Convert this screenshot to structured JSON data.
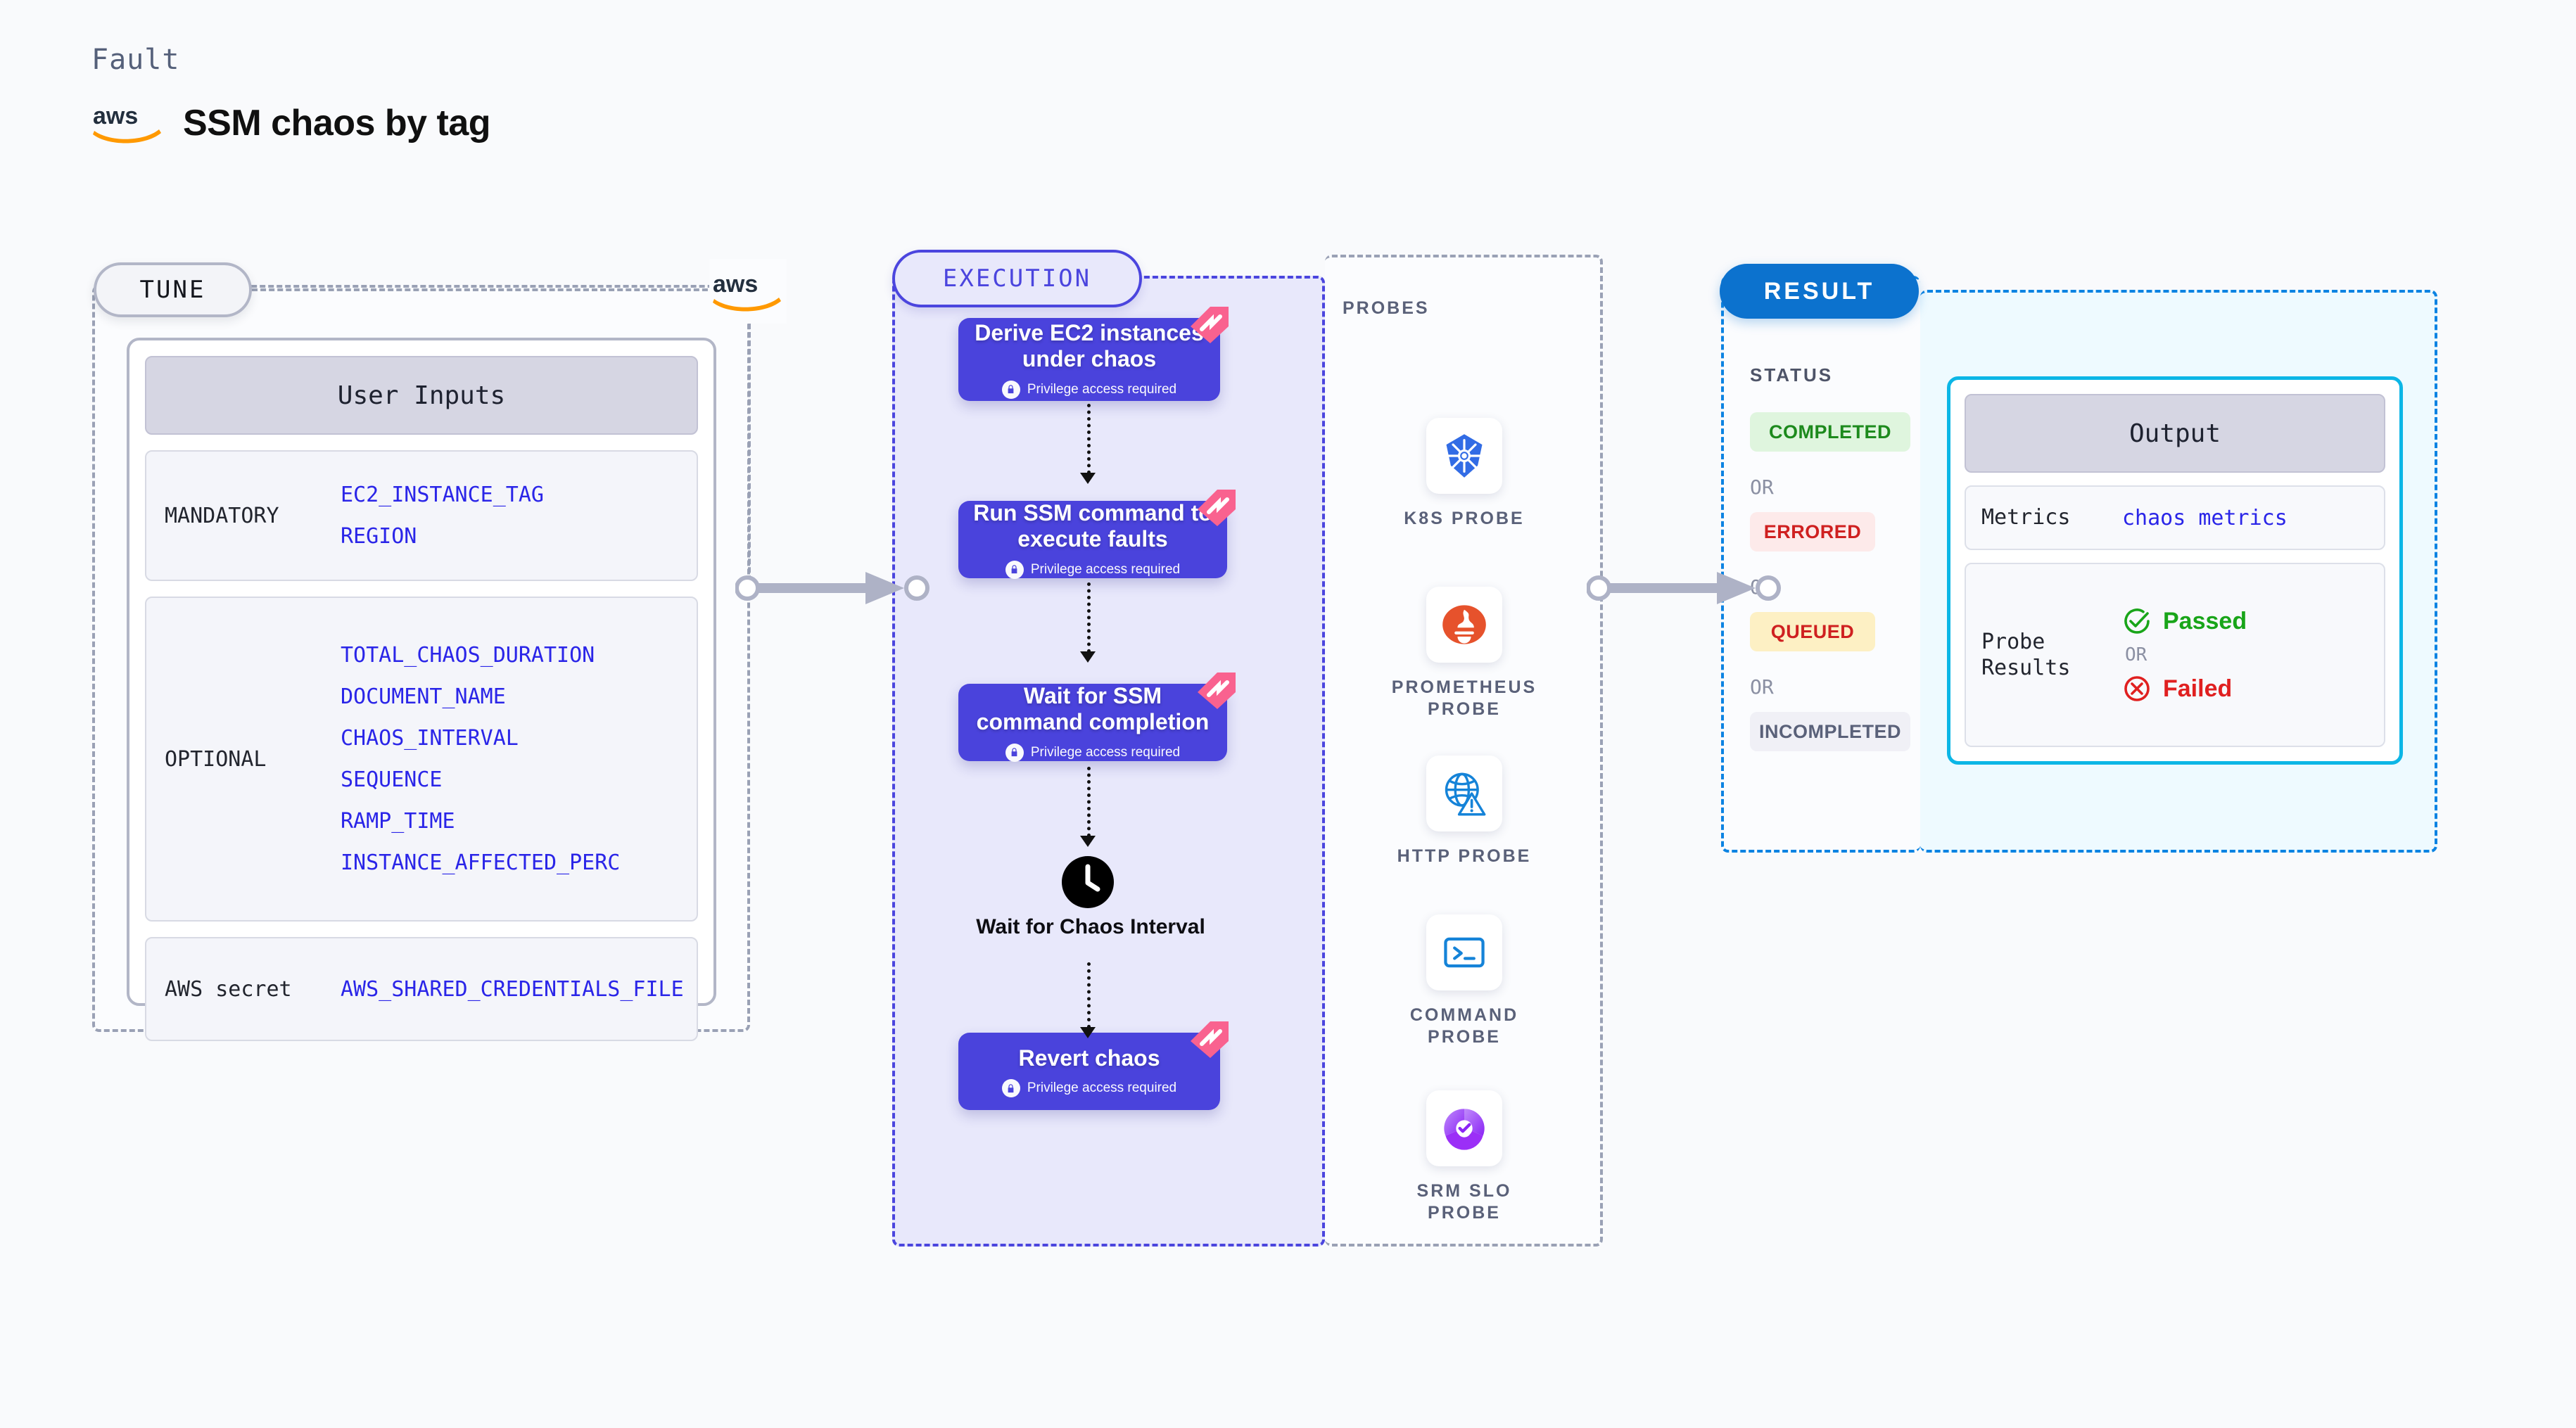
{
  "header": {
    "eyebrow": "Fault",
    "title": "SSM chaos by tag",
    "logo_icon": "aws-logo"
  },
  "tune": {
    "pill_label": "TUNE",
    "aws_icon": "aws-logo",
    "card_header": "User Inputs",
    "groups": [
      {
        "label": "MANDATORY",
        "params": [
          "EC2_INSTANCE_TAG",
          "REGION"
        ]
      },
      {
        "label": "OPTIONAL",
        "params": [
          "TOTAL_CHAOS_DURATION",
          "DOCUMENT_NAME",
          "CHAOS_INTERVAL",
          "SEQUENCE",
          "RAMP_TIME",
          "INSTANCE_AFFECTED_PERC"
        ]
      },
      {
        "label": "AWS secret",
        "params": [
          "AWS_SHARED_CREDENTIALS_FILE"
        ]
      }
    ]
  },
  "execution": {
    "pill_label": "EXECUTION",
    "privilege_note": "Privilege access required",
    "lock_icon": "lock-icon",
    "flag_icon": "chaos-fault-flag-icon",
    "nodes": [
      {
        "title": "Derive EC2 instances under chaos",
        "privileged": true
      },
      {
        "title": "Run SSM command to execute faults",
        "privileged": true
      },
      {
        "title": "Wait for SSM command completion",
        "privileged": true
      },
      {
        "title": "Revert chaos",
        "privileged": true
      }
    ],
    "wait_node": {
      "icon": "clock-icon",
      "label": "Wait for Chaos Interval"
    }
  },
  "probes": {
    "title": "PROBES",
    "items": [
      {
        "label": "K8S PROBE",
        "icon": "kubernetes-icon"
      },
      {
        "label": "PROMETHEUS PROBE",
        "icon": "prometheus-icon"
      },
      {
        "label": "HTTP PROBE",
        "icon": "http-globe-icon"
      },
      {
        "label": "COMMAND PROBE",
        "icon": "terminal-icon"
      },
      {
        "label": "SRM SLO PROBE",
        "icon": "srm-slo-icon"
      }
    ]
  },
  "result": {
    "pill_label": "RESULT",
    "status_title": "STATUS",
    "or_label": "OR",
    "statuses": [
      {
        "label": "COMPLETED",
        "bg": "#dff5de",
        "fg": "#1d8a1d"
      },
      {
        "label": "ERRORED",
        "bg": "#fdeaea",
        "fg": "#cf2020"
      },
      {
        "label": "QUEUED",
        "bg": "#fdf0c4",
        "fg": "#cf2020"
      },
      {
        "label": "INCOMPLETED",
        "bg": "#f0f0f6",
        "fg": "#5a6179"
      }
    ]
  },
  "output": {
    "header": "Output",
    "metrics_label": "Metrics",
    "metrics_value": "chaos metrics",
    "probe_results_label": "Probe Results",
    "or_label": "OR",
    "passed_label": "Passed",
    "failed_label": "Failed",
    "passed_icon": "check-circle-icon",
    "failed_icon": "x-circle-icon"
  },
  "colors": {
    "accent_purple": "#4a43dc",
    "accent_blue": "#0c72ce",
    "accent_cyan": "#0cb6e6",
    "param_blue": "#2a25e8",
    "flag_pink": "#f9628f",
    "aws_orange": "#ff9900",
    "connector_gray": "#aeb2c6"
  }
}
